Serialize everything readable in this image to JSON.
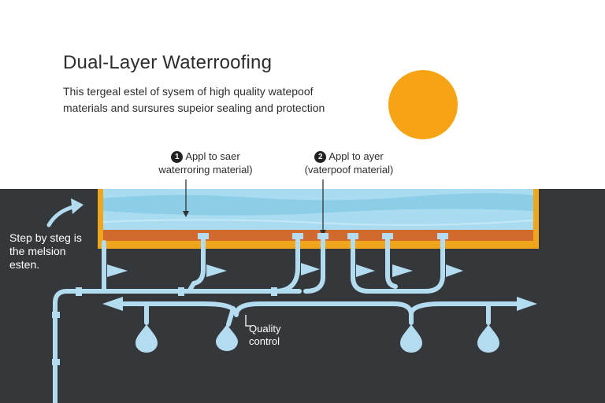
{
  "header": {
    "title": "Dual-Layer Waterroofing",
    "subtitle_line1": "This tergeal estel of sysem of high quality watepoof",
    "subtitle_line2": "materials and sursures supeior sealing and protection"
  },
  "steps": [
    {
      "number": "1",
      "line1": "Appl to saer",
      "line2": "waterroring material)"
    },
    {
      "number": "2",
      "line1": "Appl to ayer",
      "line2": "(vaterpoof material)"
    }
  ],
  "side_note": {
    "line1": "Step by steg is",
    "line2": "the melsion",
    "line3": "esten."
  },
  "quality": {
    "line1": "Quality",
    "line2": "control"
  },
  "colors": {
    "sun": "#f6a414",
    "ground": "#34383a",
    "water": "#a9dcf0",
    "frame": "#f0a51a",
    "membrane": "#d2692d",
    "pipe": "#b4dcf0"
  },
  "icons": [
    "sun-icon",
    "curved-arrow-icon",
    "water-drop-icon",
    "flow-arrow-icon"
  ]
}
